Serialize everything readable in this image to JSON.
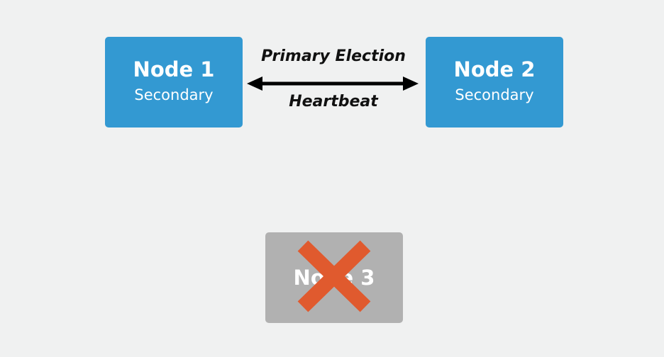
{
  "nodes": [
    {
      "name": "Node 1",
      "role": "Secondary",
      "color": "#3399d2"
    },
    {
      "name": "Node 2",
      "role": "Secondary",
      "color": "#3399d2"
    },
    {
      "name": "Node 3",
      "color": "#b1b1b1",
      "status": "unavailable"
    }
  ],
  "link": {
    "top_label": "Primary Election",
    "bottom_label": "Heartbeat",
    "direction": "bidirectional"
  },
  "colors": {
    "background": "#f0f1f1",
    "active_node": "#3399d2",
    "failed_node": "#b1b1b1",
    "cross": "#e05a2e"
  },
  "icons": {
    "cross": "cross-icon",
    "arrow": "double-arrow-icon"
  }
}
